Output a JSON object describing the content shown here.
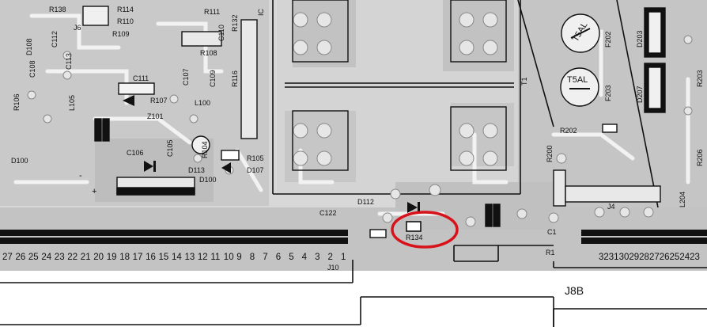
{
  "highlight_color": "#d8121a",
  "labels": {
    "R138": "R138",
    "R114": "R114",
    "R110": "R110",
    "R111": "R111",
    "J6": "J6",
    "R109": "R109",
    "R132": "R132",
    "IC": "IC",
    "D108": "D108",
    "C112": "C112",
    "R108": "R108",
    "C110": "C110",
    "C108": "C108",
    "C113": "C113",
    "R116": "R116",
    "C107": "C107",
    "C109": "C109",
    "C111": "C111",
    "R106": "R106",
    "L105": "L105",
    "R107": "R107",
    "L100": "L100",
    "Z101": "Z101",
    "R104": "R104",
    "C105": "C105",
    "C106": "C106",
    "R105": "R105",
    "D107": "D107",
    "D113": "D113",
    "D100": "D100",
    "D100b": "D100",
    "D112": "D112",
    "C122": "C122",
    "R134": "R134",
    "T1": "T1",
    "C1": "C1",
    "R1": "R1",
    "J10": "J10",
    "J8B": "J8B",
    "J4": "J4",
    "F202": "F202",
    "F203": "F203",
    "D203": "D203",
    "D207": "D207",
    "T5AL_top": "T5AL",
    "T5AL_bottom": "T5AL",
    "R202": "R202",
    "R200": "R200",
    "R203": "R203",
    "R206": "R206",
    "L204": "L204",
    "plus": "+",
    "minus": "-"
  },
  "j10_pins": [
    "27",
    "26",
    "25",
    "24",
    "23",
    "22",
    "21",
    "20",
    "19",
    "18",
    "17",
    "16",
    "15",
    "14",
    "13",
    "12",
    "11",
    "10",
    "9",
    "8",
    "7",
    "6",
    "5",
    "4",
    "3",
    "2",
    "1"
  ],
  "j8b_pins": "32313029282726252423"
}
